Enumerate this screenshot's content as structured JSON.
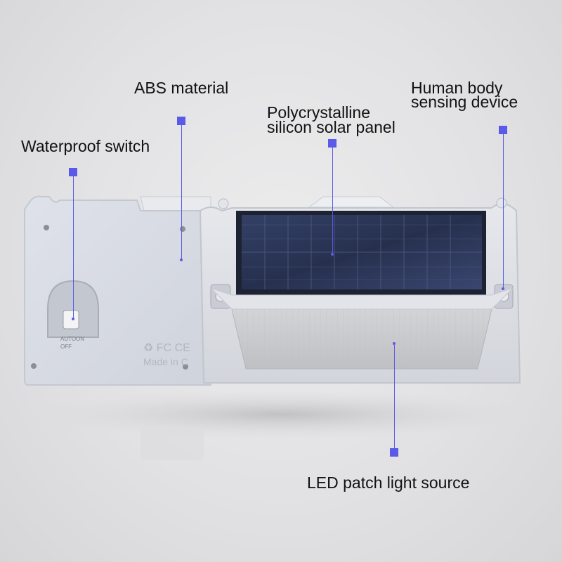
{
  "labels": {
    "abs_material": "ABS material",
    "waterproof_switch": "Waterproof switch",
    "solar_panel_line1": "Polycrystalline",
    "solar_panel_line2": "silicon solar panel",
    "human_body_line1": "Human body",
    "human_body_line2": "sensing device",
    "led_source": "LED patch light source"
  },
  "switch_markings": {
    "auto": "AUTO",
    "on": "ON",
    "off": "OFF"
  },
  "back_panel_markings": {
    "certifications": "♻ FC CE",
    "made_in": "Made in C"
  },
  "colors": {
    "callout_accent": "#5a5ae8",
    "housing": "#dcdfe6",
    "solar_cell": "#2b3550"
  }
}
